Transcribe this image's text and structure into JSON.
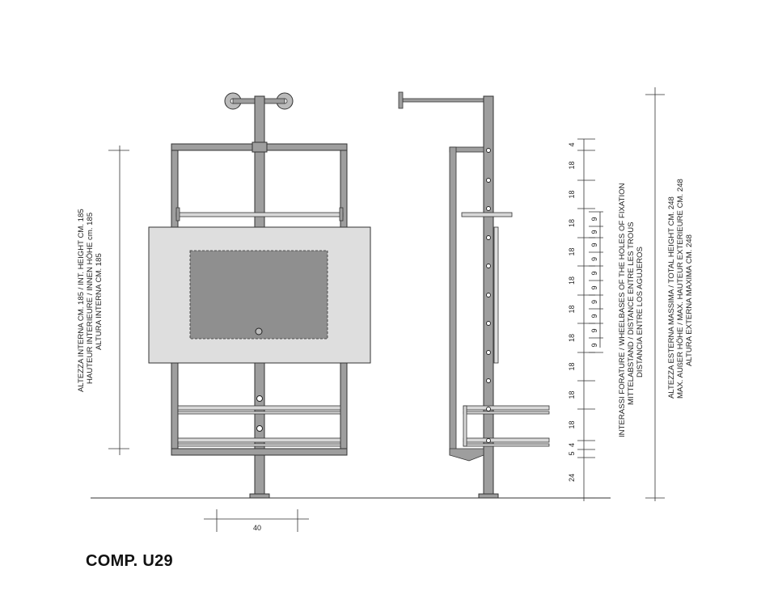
{
  "title": "COMP. U29",
  "width_label": "40",
  "internal_height_label": {
    "line1": "ALTEZZA INTERNA CM. 185 /      INT. HEIGHT CM. 185",
    "line2": "HAUTEUR INTERIEURE / INNEN HÖHE cm. 185",
    "line3": "ALTURA INTERNA CM. 185"
  },
  "holes_label": {
    "line1": "INTERASSI FORATURE /      WHEELBASES OF THE HOLES OF FIXATION",
    "line2": "MITTELABSTAND / DISTANCE ENTRE LES TROUS",
    "line3": "DISTANCIA ENTRE LOS AGUJEROS"
  },
  "total_height_label": {
    "line1": "ALTEZZA ESTERNA MASSIMA /      TOTAL HEIGHT CM. 248",
    "line2": "MAX. AUßER HÖHE / MAX. HAUTEUR EXTERIEURE CM. 248",
    "line3": "ALTURA EXTERNA MAXIMA CM. 248"
  },
  "outer_scale": [
    "4",
    "18",
    "18",
    "18",
    "18",
    "18",
    "18",
    "18",
    "18",
    "18",
    "18",
    "4",
    "5",
    "24"
  ],
  "inner_scale": [
    "9",
    "9",
    "9",
    "9",
    "9",
    "9",
    "9",
    "9",
    "9",
    "9"
  ],
  "colors": {
    "frame": "#9e9e9e",
    "panel": "#dedede",
    "screen": "#8f8f8f",
    "line": "#333333"
  }
}
